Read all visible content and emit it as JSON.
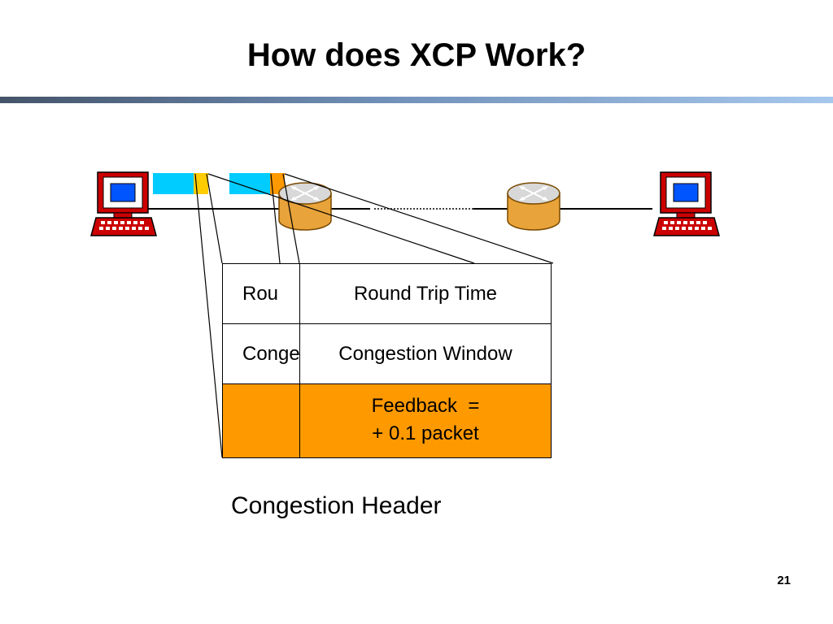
{
  "slide": {
    "title": "How does XCP Work?",
    "page_number": "21"
  },
  "header_back": {
    "field_rtt": "Rou",
    "field_cwnd": "Conge"
  },
  "header_front": {
    "field_rtt": "Round Trip Time",
    "field_cwnd": "Congestion Window",
    "feedback_line1": "Feedback  =",
    "feedback_line2": "+ 0.1 packet"
  },
  "caption": "Congestion Header",
  "icons": [
    "sender-computer-icon",
    "router-icon",
    "router-icon",
    "receiver-computer-icon"
  ],
  "colors": {
    "packet_body": "#00ccff",
    "packet_header": "#ffcc00",
    "feedback_field": "#ff9900",
    "router": "#e8a33a",
    "computer": "#cc0000",
    "screen": "#0055ff"
  }
}
